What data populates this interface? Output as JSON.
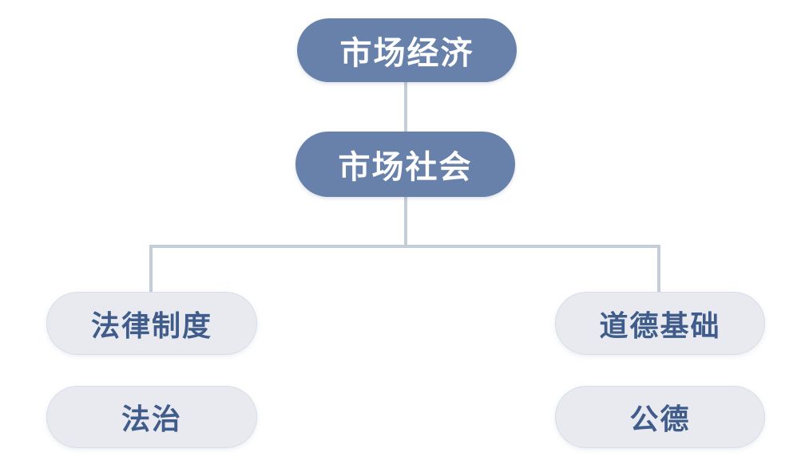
{
  "diagram": {
    "type": "hierarchy-flowchart",
    "background": "#ffffff",
    "colors": {
      "primary_node_bg": "#6781ab",
      "primary_node_text": "#ffffff",
      "secondary_node_bg": "#e8eaf0",
      "secondary_node_text": "#3f5c8a",
      "connector": "#c3ced8"
    },
    "nodes": {
      "root": {
        "label": "市场经济",
        "style": "primary"
      },
      "child": {
        "label": "市场社会",
        "style": "primary"
      },
      "left_branch": {
        "label": "法律制度",
        "style": "secondary"
      },
      "left_sub": {
        "label": "法治",
        "style": "secondary"
      },
      "right_branch": {
        "label": "道德基础",
        "style": "secondary"
      },
      "right_sub": {
        "label": "公德",
        "style": "secondary"
      }
    },
    "edges": [
      {
        "from": "市场经济",
        "to": "市场社会"
      },
      {
        "from": "市场社会",
        "to": "法律制度"
      },
      {
        "from": "市场社会",
        "to": "道德基础"
      }
    ],
    "groups": [
      {
        "column": "left",
        "items": [
          "法律制度",
          "法治"
        ]
      },
      {
        "column": "right",
        "items": [
          "道德基础",
          "公德"
        ]
      }
    ]
  }
}
